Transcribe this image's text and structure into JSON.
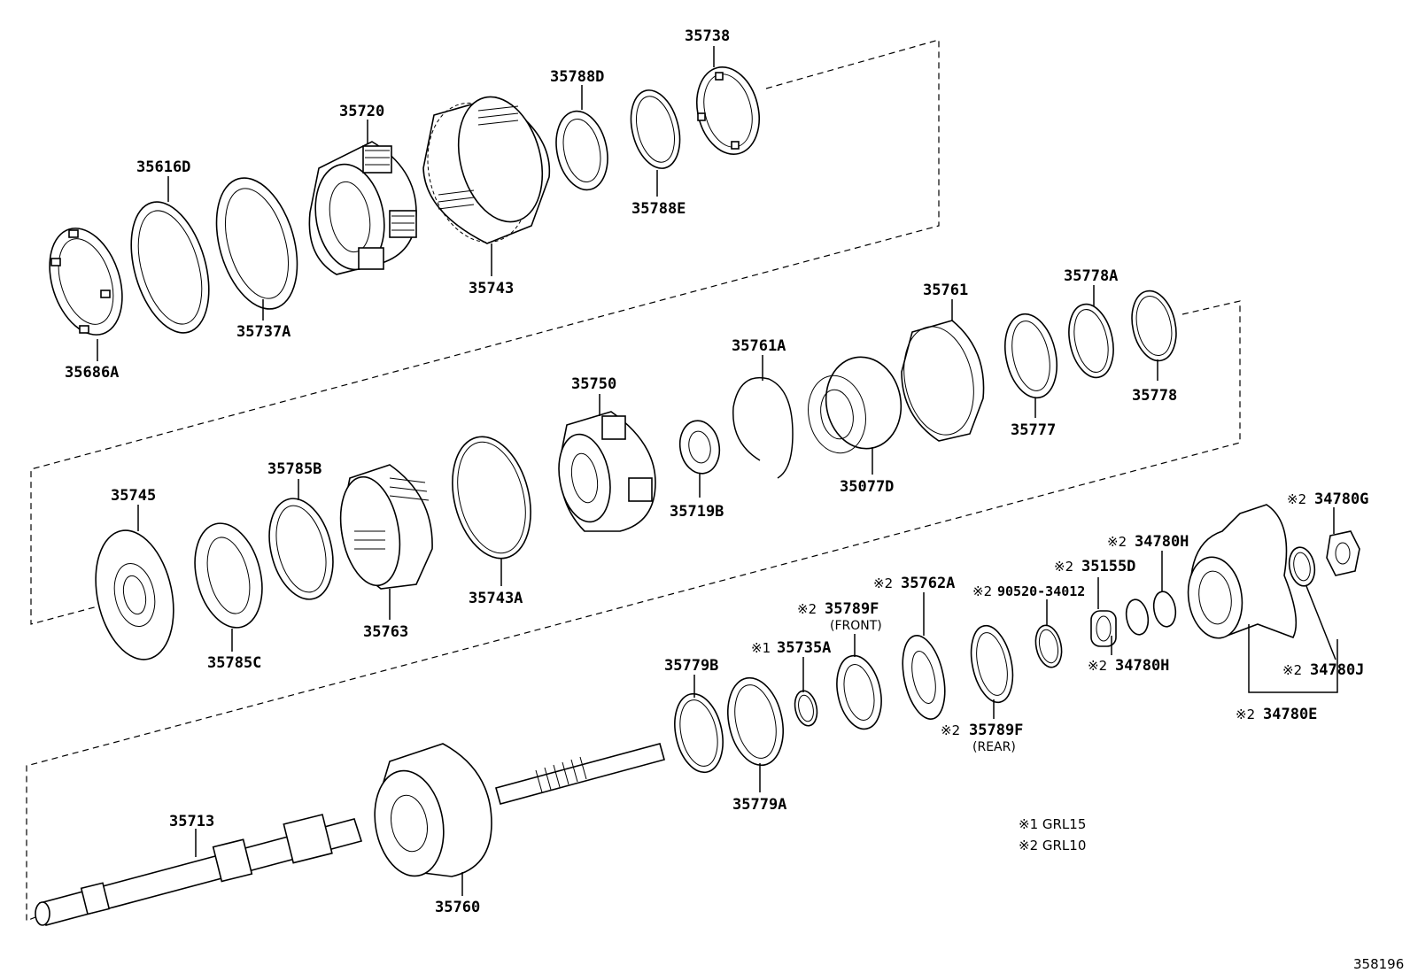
{
  "figure_number": "358196",
  "labels": {
    "p35738": "35738",
    "p35788D": "35788D",
    "p35720": "35720",
    "p35616D": "35616D",
    "p35788E": "35788E",
    "p35743": "35743",
    "p35737A": "35737A",
    "p35686A": "35686A",
    "p35761": "35761",
    "p35778A": "35778A",
    "p35761A": "35761A",
    "p35750": "35750",
    "p35778": "35778",
    "p35777": "35777",
    "p35077D": "35077D",
    "p35719B": "35719B",
    "p35785B": "35785B",
    "p35745": "35745",
    "p35763": "35763",
    "p35743A": "35743A",
    "p35785C": "35785C",
    "p34780G": "34780G",
    "p34780H_top": "34780H",
    "p35155D": "35155D",
    "p35762A": "35762A",
    "p90520": "90520-34012",
    "p35789F_front": "35789F",
    "p35735A": "35735A",
    "p35779B": "35779B",
    "p34780H_bot": "34780H",
    "p34780J": "34780J",
    "p34780E": "34780E",
    "p35789F_rear": "35789F",
    "p35779A": "35779A",
    "p35713": "35713",
    "p35760": "35760"
  },
  "marks": {
    "m1": "※1",
    "m2": "※2"
  },
  "sublabels": {
    "front": "(FRONT)",
    "rear": "(REAR)"
  },
  "notes": {
    "note1": "※1 GRL15",
    "note2": "※2 GRL10"
  }
}
